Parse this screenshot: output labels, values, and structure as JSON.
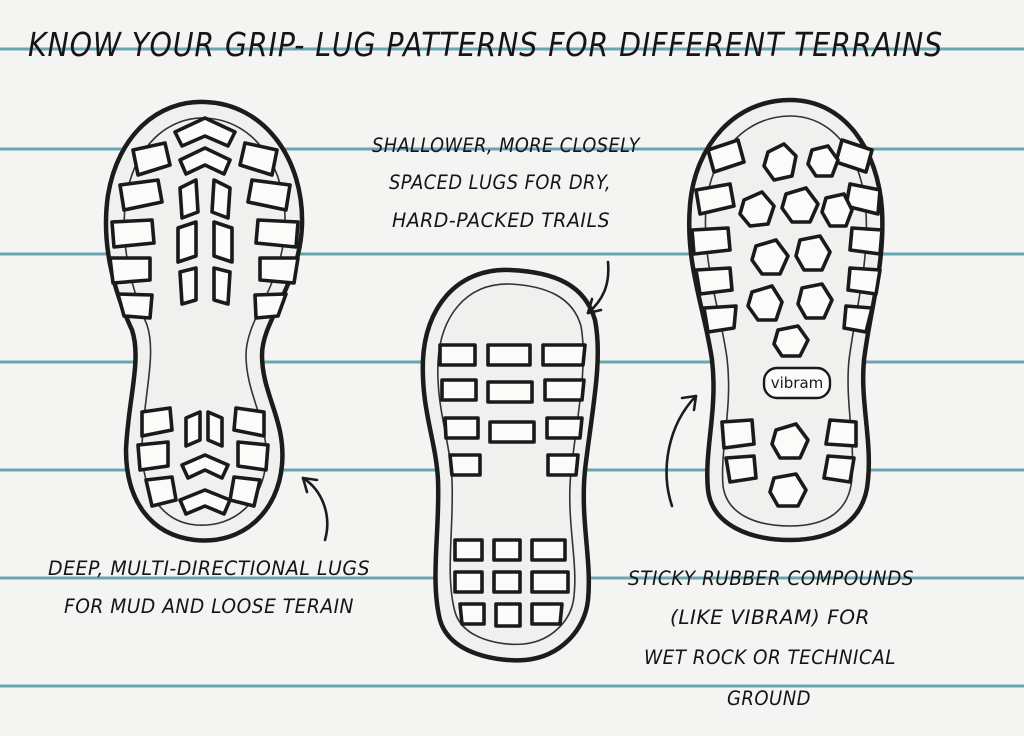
{
  "title": "Know your grip- lug patterns for different terrains",
  "captions": {
    "left": [
      "Deep, multi-directional lugs",
      "for mud and loose terain"
    ],
    "middle": [
      "Shallower, more closely",
      "spaced lugs for dry,",
      "hard-packed trails"
    ],
    "right": [
      "Sticky rubber compounds",
      "(like Vibram) for",
      "wet rock or technical",
      "ground"
    ]
  },
  "logo": "vibram",
  "colors": {
    "ruled_lines": "#6aa6b2",
    "ink": "#1c1c1c",
    "paper": "#f4f4f2"
  }
}
